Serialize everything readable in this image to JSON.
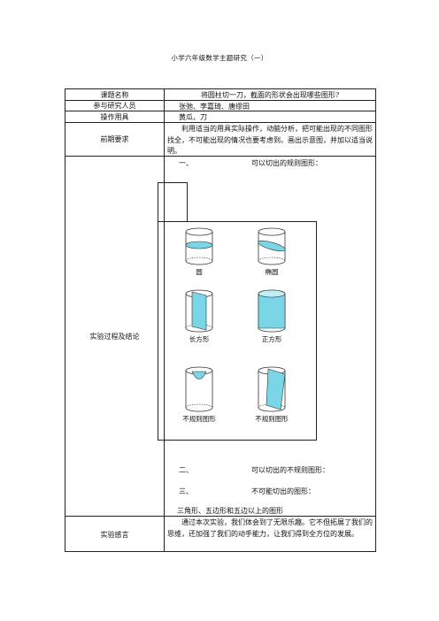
{
  "doc_title": "小学六年级数学主题研究（一）",
  "rows": {
    "topic": {
      "label": "课题名称",
      "value": "将圆柱切一刀，截面的形状会出现哪些图形?"
    },
    "members": {
      "label": "参与研究人员",
      "value": "张弛、李嘉琦、唐缪田"
    },
    "tools": {
      "label": "操作用具",
      "value": "黄瓜、刀"
    },
    "requirement": {
      "label": "前期要求",
      "value": "利用适当的用具实际操作，动脑分析，把可能出现的不同图形找全，不可能出现的情况也要考虑到。画出示意图，并加以适当说明。"
    },
    "process": {
      "label": "实验过程及结论",
      "section1_num": "一、",
      "section1_text": "可以切出的规则图形：",
      "figures": [
        {
          "caption": "圆",
          "icon": "cylinder-circle-section-icon"
        },
        {
          "caption": "椭圆",
          "icon": "cylinder-ellipse-section-icon"
        },
        {
          "caption": "长方形",
          "icon": "cylinder-rectangle-section-icon"
        },
        {
          "caption": "正方形",
          "icon": "cylinder-square-section-icon"
        },
        {
          "caption": "不规则图形",
          "icon": "cylinder-irregular-section-icon"
        },
        {
          "caption": "不规则图形",
          "icon": "cylinder-irregular-section-2-icon"
        }
      ],
      "section2_num": "二、",
      "section2_text": "可以切出的不规则图形：",
      "section3_num": "三、",
      "section3_text": "不可能切出的图形：",
      "section3_answer": "三角形、五边形和五边以上的图形"
    },
    "reflection": {
      "label": "实验感言",
      "value": "通过本次实验，我们体会到了无限乐趣。它不但拓展了我们的思维，还加强了我们的动手能力，让我们得到全方位的发展。"
    }
  },
  "colors": {
    "section_fill": "#7ad6e6",
    "line": "#222222"
  }
}
